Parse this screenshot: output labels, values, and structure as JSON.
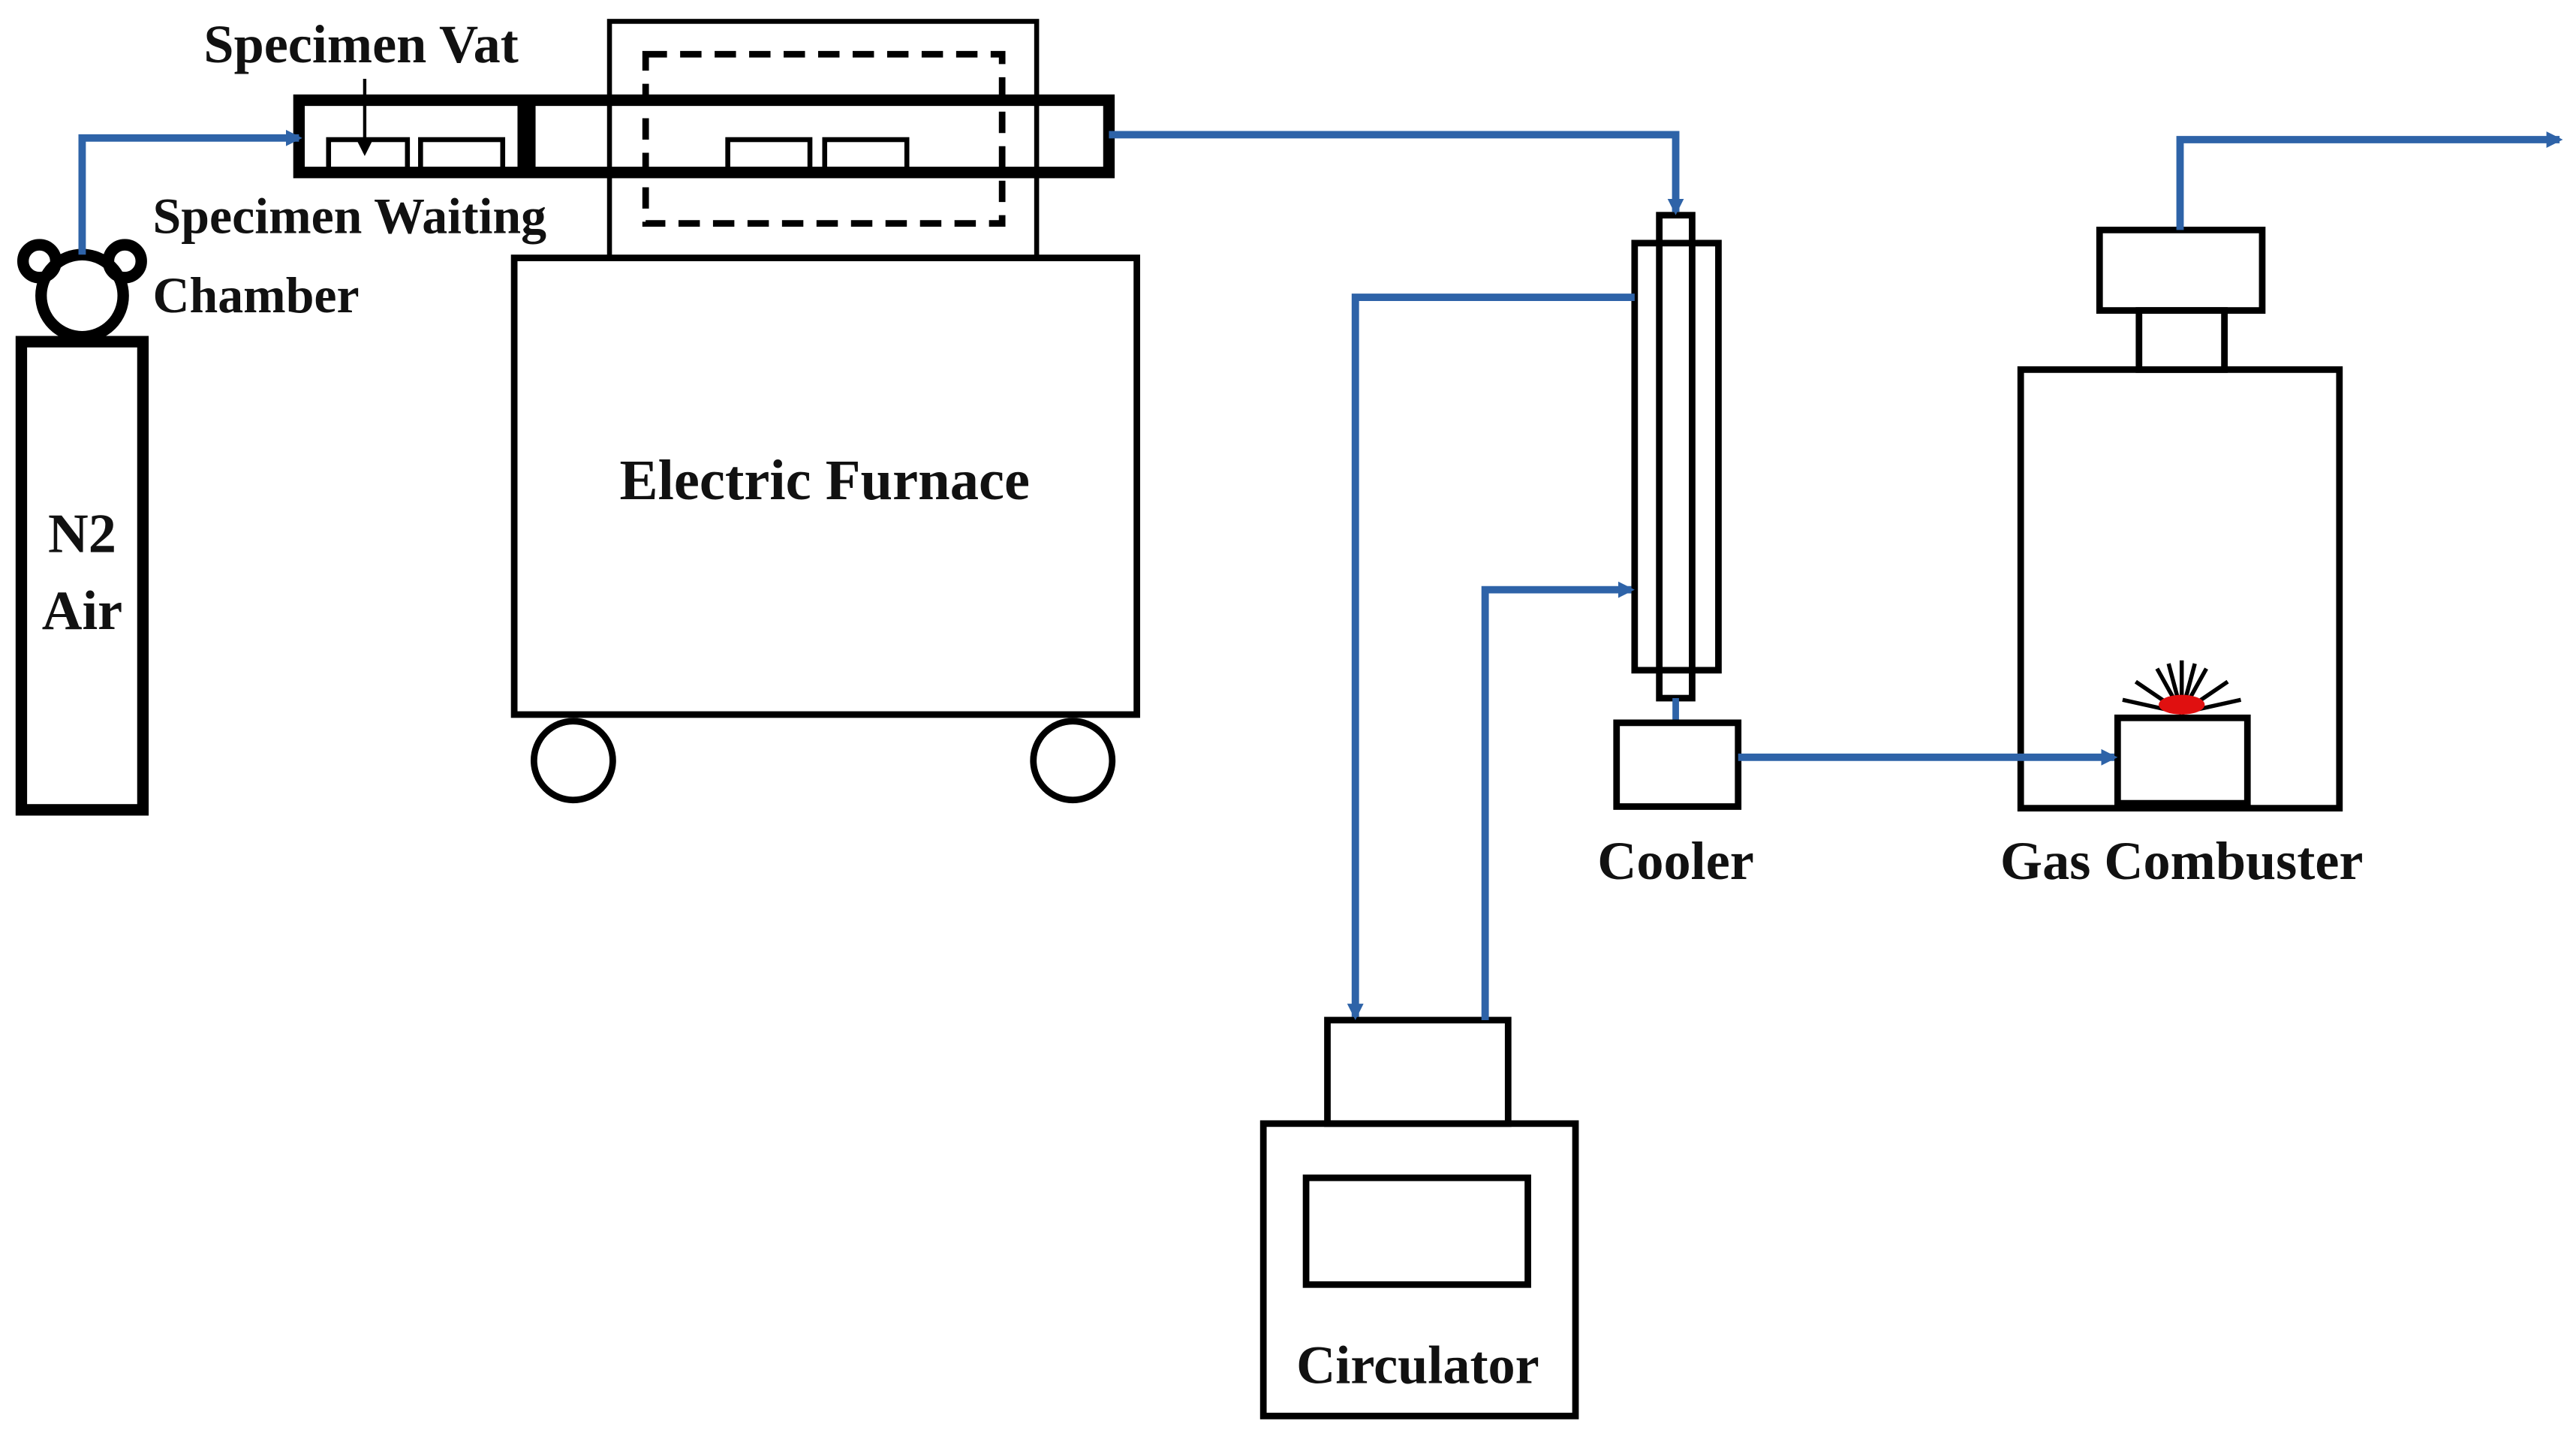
{
  "labels": {
    "specimen_vat": "Specimen Vat",
    "waiting_line1": "Specimen Waiting",
    "waiting_line2": "Chamber",
    "gas_line1": "N2",
    "gas_line2": "Air",
    "furnace": "Electric Furnace",
    "cooler": "Cooler",
    "combuster": "Gas Combuster",
    "circulator": "Circulator"
  },
  "colors": {
    "pipe": "#2e63a8",
    "outline": "#000000",
    "flame_core": "#e01010"
  }
}
